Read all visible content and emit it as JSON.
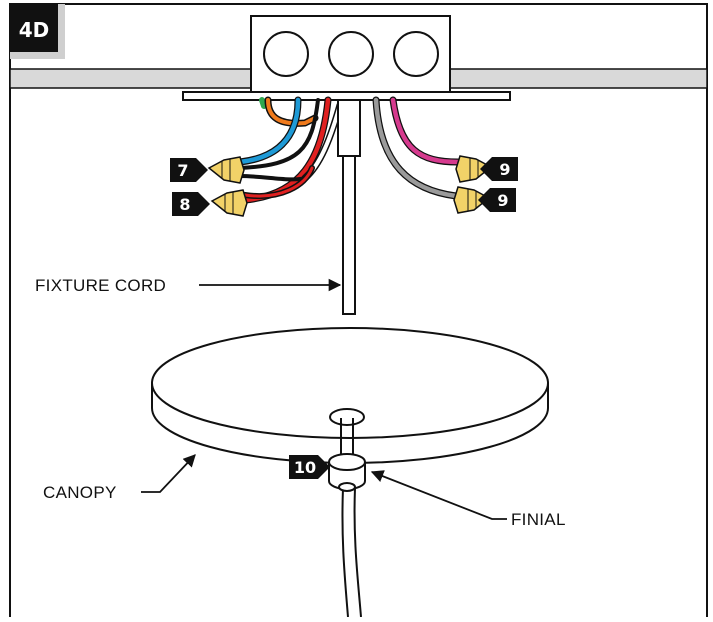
{
  "step_label": "4D",
  "labels": {
    "fixture_cord": "FIXTURE CORD",
    "canopy": "CANOPY",
    "finial": "FINIAL"
  },
  "callouts": {
    "seven": "7",
    "eight": "8",
    "nine_top": "9",
    "nine_bottom": "9",
    "ten": "10"
  },
  "colors": {
    "wire_blue": "#1e9ad6",
    "wire_red": "#e02020",
    "wire_black": "#222222",
    "wire_orange": "#f07a1c",
    "wire_green": "#2fa84f",
    "wire_pink": "#d63a8e",
    "wire_gray": "#9a9a9a",
    "wire_nut": "#f2d268",
    "ceiling": "#d9d9d9"
  }
}
